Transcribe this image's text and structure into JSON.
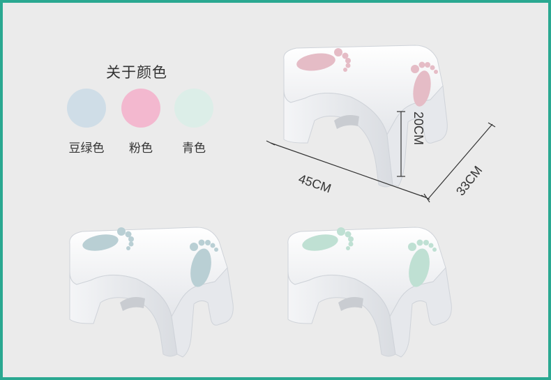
{
  "colors_section": {
    "title": "关于颜色",
    "swatches": [
      {
        "label": "豆绿色",
        "color": "#cfdde7"
      },
      {
        "label": "粉色",
        "color": "#f3b8cf"
      },
      {
        "label": "青色",
        "color": "#dceee8"
      }
    ]
  },
  "dimensions": {
    "length": "45CM",
    "height": "20CM",
    "depth": "33CM"
  },
  "stools": [
    {
      "foot_color": "#e5bcc6"
    },
    {
      "foot_color": "#b9cfd4"
    },
    {
      "foot_color": "#bfe0d3"
    }
  ]
}
